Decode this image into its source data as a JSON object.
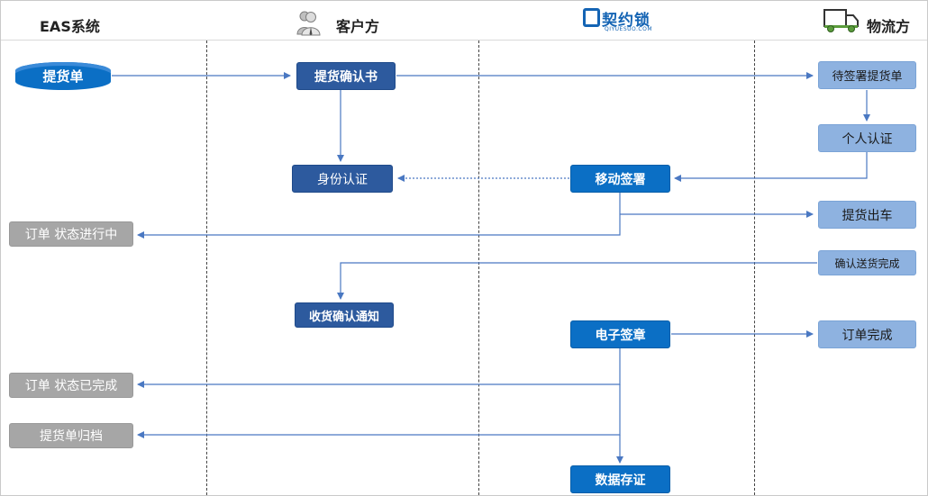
{
  "lanes": {
    "eas": "EAS系统",
    "customer": "客户方",
    "vendor_logo": "契约锁",
    "vendor_logo_sub": "QIYUESUO.COM",
    "logistics": "物流方"
  },
  "icons": {
    "customer": "people-icon",
    "logistics": "truck-icon"
  },
  "nodes": {
    "pickup_order": "提货单",
    "pickup_confirm": "提货确认书",
    "pending_sign": "待签署提货单",
    "personal_auth": "个人认证",
    "identity_auth": "身份认证",
    "mobile_sign": "移动签署",
    "order_in_progress": "订单 状态进行中",
    "pickup_dispatch": "提货出车",
    "confirm_delivery": "确认送货完成",
    "receipt_notice": "收货确认通知",
    "e_seal": "电子签章",
    "order_complete": "订单完成",
    "order_done_status": "订单 状态已完成",
    "pickup_archive": "提货单归档",
    "data_storage": "数据存证"
  },
  "colors": {
    "dark_node": "#2d5a9e",
    "blue_node": "#0b6fc5",
    "light_node": "#8eb2e0",
    "grey_node": "#a6a6a6",
    "arrow": "#4a78c2"
  }
}
